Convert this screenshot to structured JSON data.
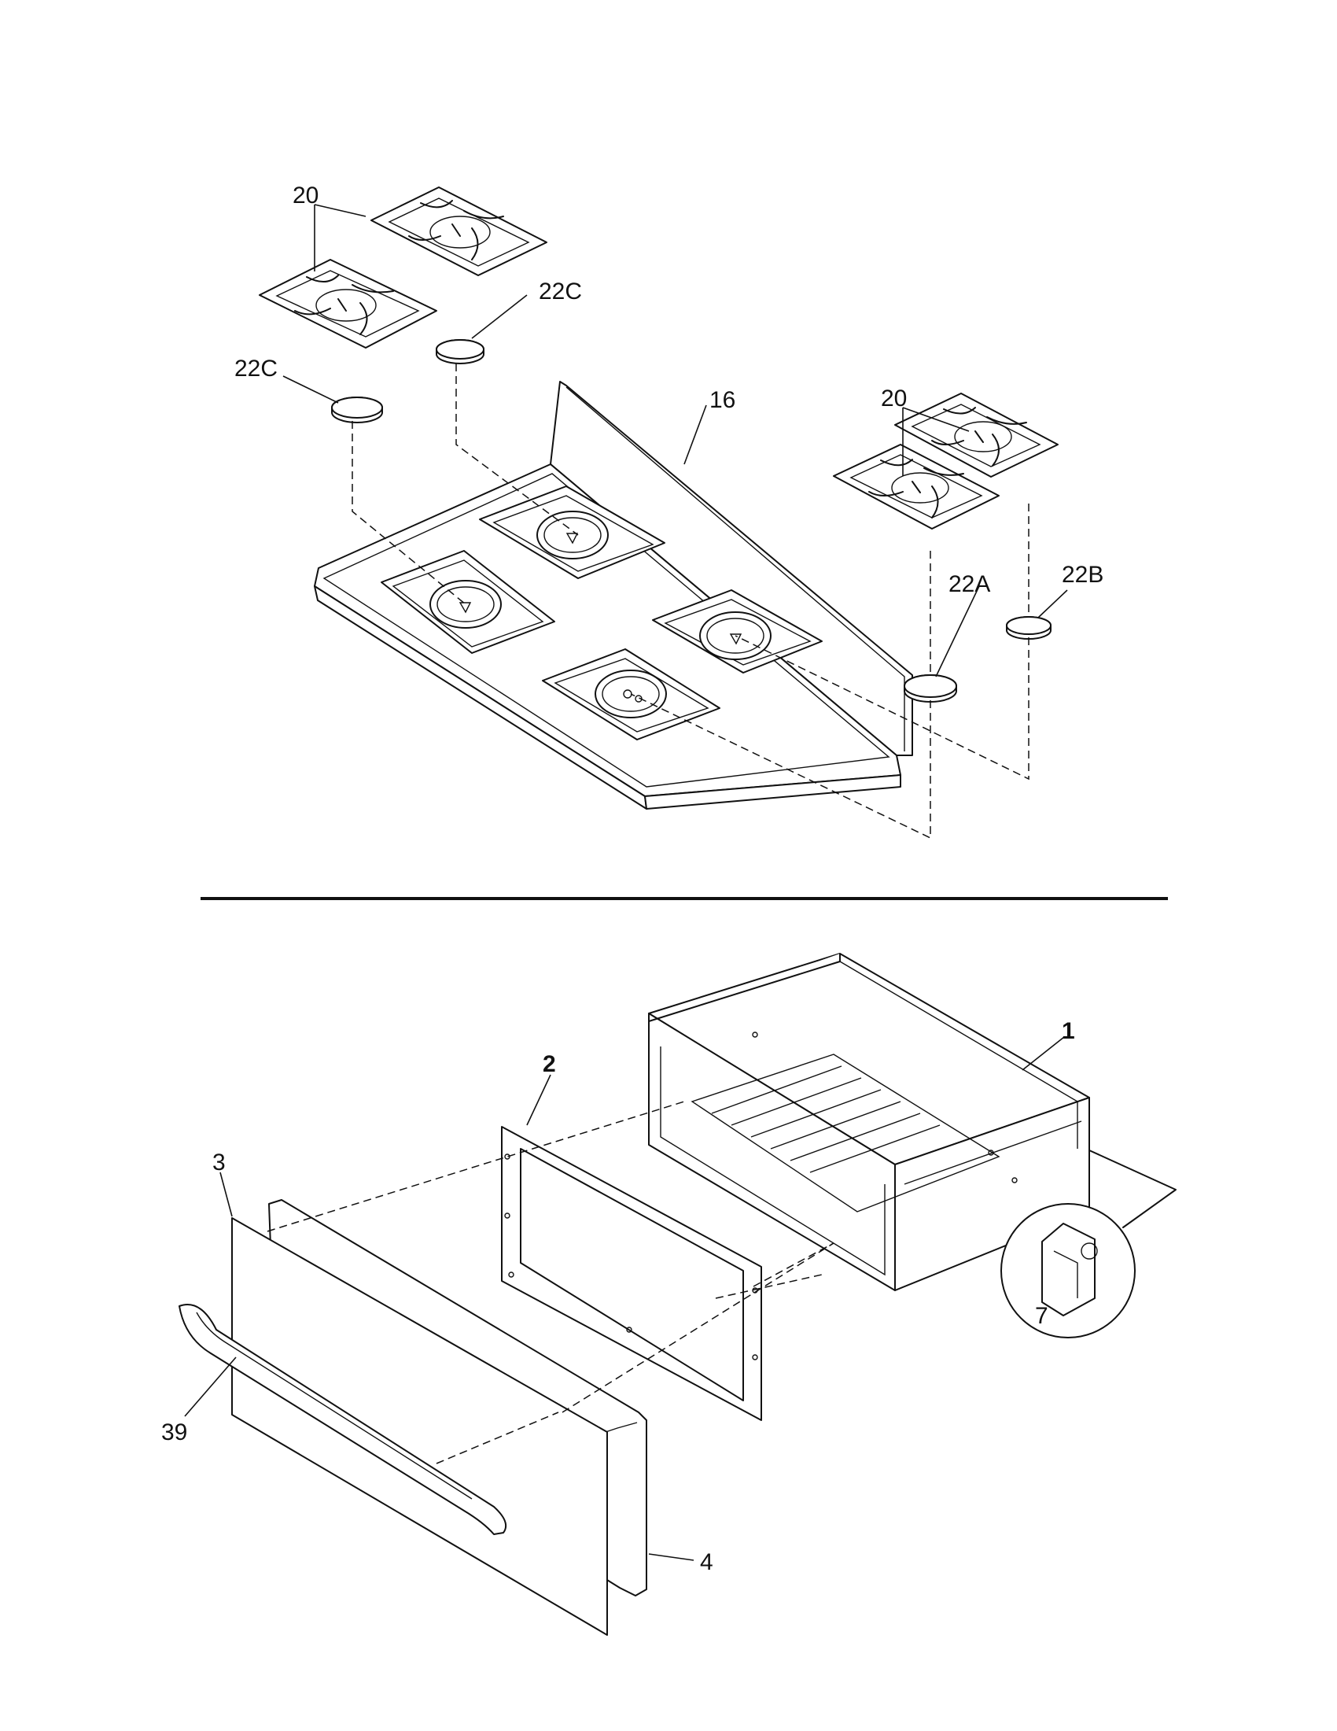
{
  "callouts": {
    "grate_left": "20",
    "cap_left_upper": "22C",
    "cap_left_lower": "22C",
    "cooktop": "16",
    "grate_right": "20",
    "cap_right_front": "22A",
    "cap_right_rear": "22B",
    "drawer_body": "1",
    "drawer_frame": "2",
    "drawer_front_panel": "3",
    "drawer_front_back": "4",
    "drawer_clip": "7",
    "drawer_handle": "39"
  }
}
